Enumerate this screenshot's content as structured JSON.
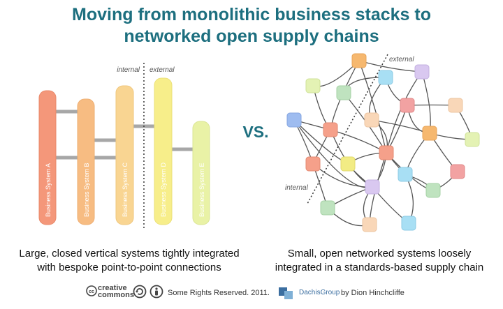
{
  "title": {
    "line1": "Moving from monolithic business stacks to",
    "line2": "networked open supply chains"
  },
  "left_diagram": {
    "label_internal": "internal",
    "label_external": "external",
    "systems": [
      {
        "label": "Business System A",
        "color": "#f4977a"
      },
      {
        "label": "Business System B",
        "color": "#f7bc82"
      },
      {
        "label": "Business System C",
        "color": "#f9d592"
      },
      {
        "label": "Business System D",
        "color": "#f7ee8a"
      },
      {
        "label": "Business System E",
        "color": "#e9f2a6"
      }
    ]
  },
  "vs_label": "VS.",
  "right_diagram": {
    "label_internal": "internal",
    "label_external": "external",
    "node_colors": [
      "#f6b86f",
      "#a8dff4",
      "#d9c8f0",
      "#e4f2b4",
      "#bfe3bf",
      "#f2a2a2",
      "#f9d7b8",
      "#9ebcf0",
      "#f5a08a",
      "#f2ec84"
    ]
  },
  "captions": {
    "left": "Large, closed vertical systems tightly integrated with bespoke point-to-point connections",
    "right": "Small, open networked systems loosely integrated in a standards-based supply chain"
  },
  "footer": {
    "cc_line1": "creative",
    "cc_line2": "commons",
    "license": "Some Rights Reserved. 2011.",
    "company": "DachisGroup",
    "author": "by Dion Hinchcliffe"
  },
  "colors": {
    "title": "#1d6f7f",
    "connector": "#a7a7a7",
    "network_edge": "#555555"
  }
}
